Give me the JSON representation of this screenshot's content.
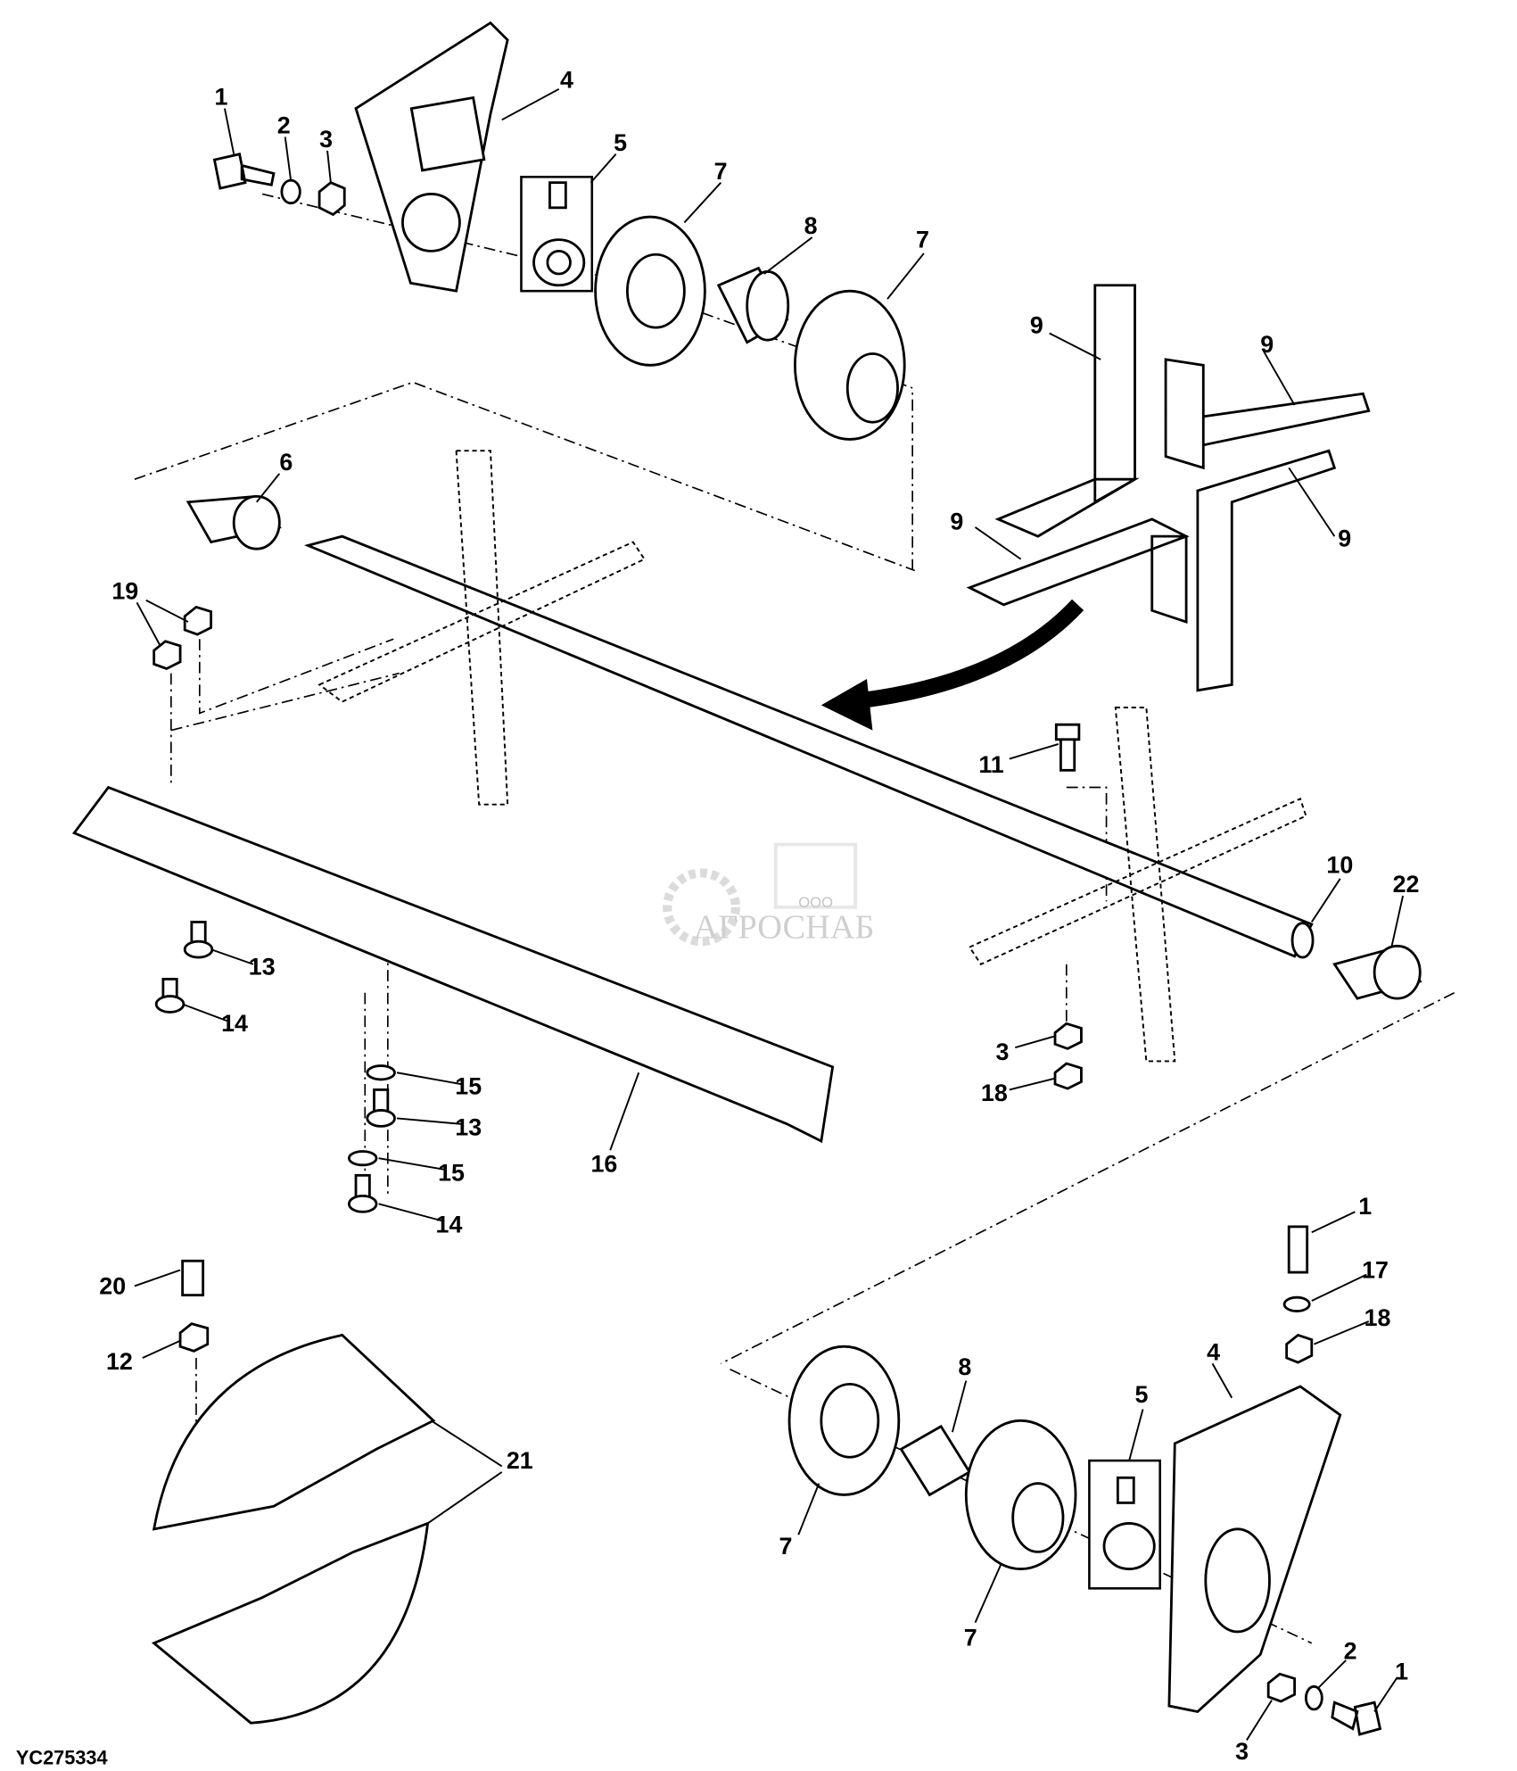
{
  "diagram": {
    "figure_code": "YC275334",
    "watermark": {
      "company_prefix": "ООО",
      "company_name": "АГРОСНАБ"
    },
    "callouts": [
      "1",
      "2",
      "3",
      "4",
      "5",
      "7",
      "8",
      "7",
      "9",
      "9",
      "9",
      "9",
      "6",
      "19",
      "11",
      "10",
      "22",
      "13",
      "14",
      "15",
      "13",
      "15",
      "14",
      "16",
      "3",
      "18",
      "1",
      "17",
      "18",
      "4",
      "5",
      "8",
      "21",
      "20",
      "12",
      "7",
      "7",
      "2",
      "1",
      "3"
    ],
    "accent_color": "#000000"
  }
}
